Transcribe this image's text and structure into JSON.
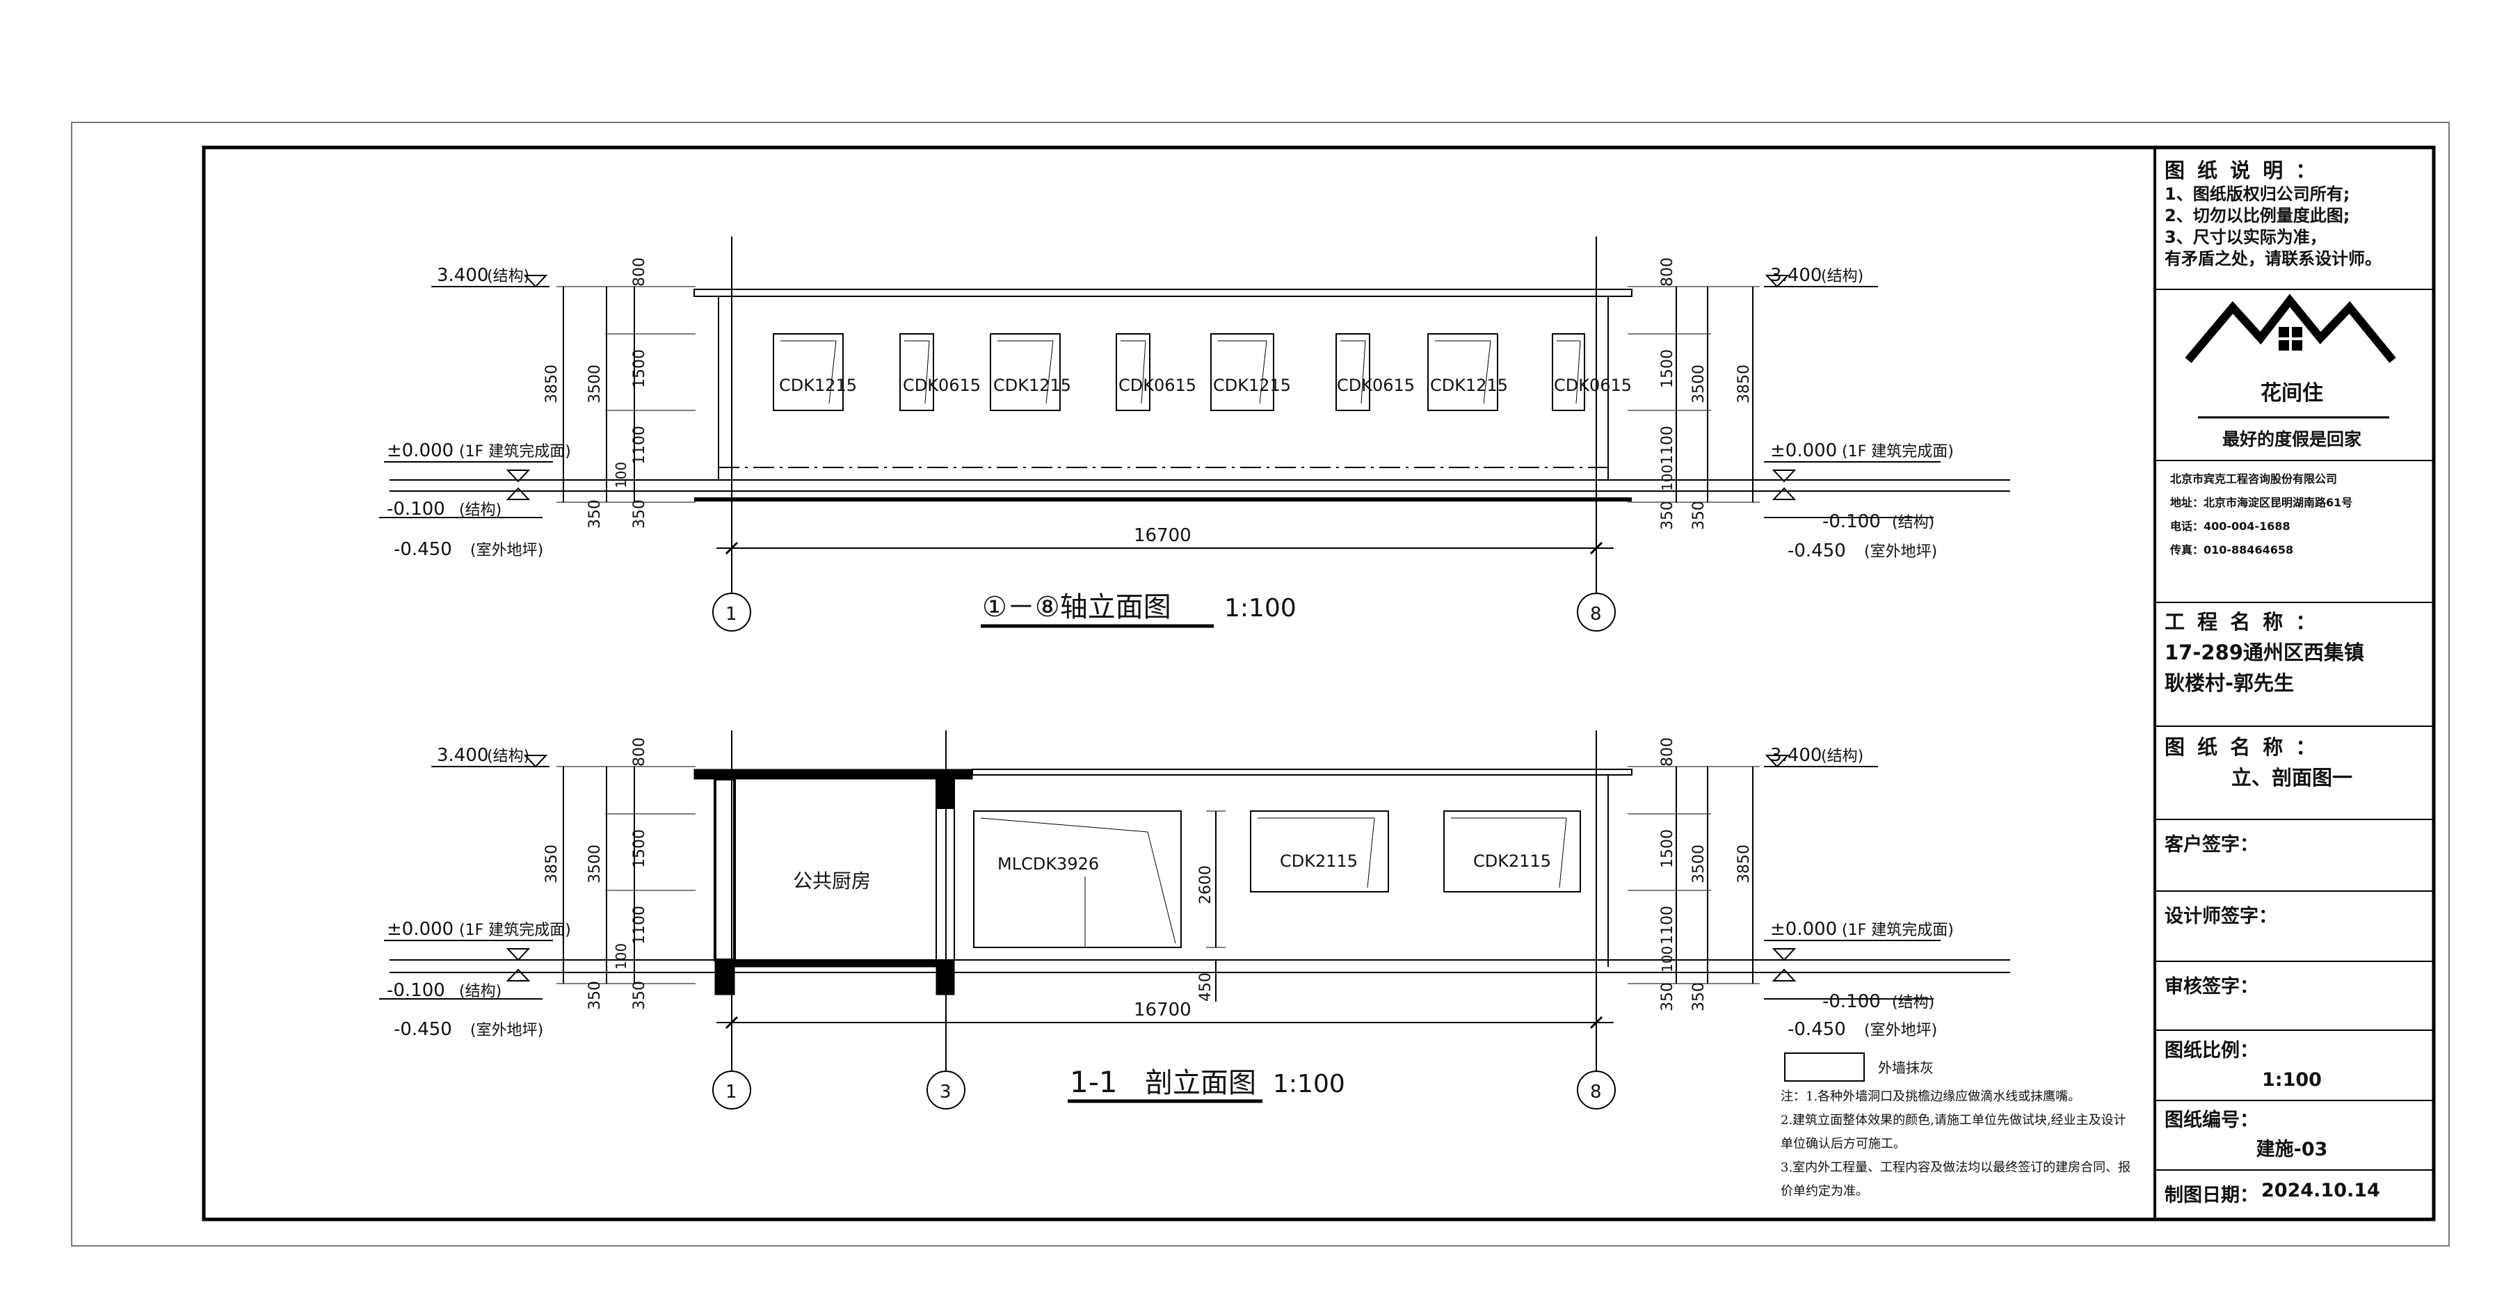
{
  "notes_block": {
    "title": "图 纸 说 明 ：",
    "lines": [
      "1、图纸版权归公司所有;",
      "2、切勿以比例量度此图;",
      "3、尺寸以实际为准，",
      "有矛盾之处，请联系设计师。"
    ]
  },
  "company": {
    "logo_name": "花间住",
    "slogan": "最好的度假是回家",
    "name": "北京市宾克工程咨询股份有限公司",
    "address": "地址：北京市海淀区昆明湖南路61号",
    "phone": "电话：400-004-1688",
    "fax": "传真：010-88464658"
  },
  "project": {
    "label": "工 程 名 称 ：",
    "line1": "17-289通州区西集镇",
    "line2": "耿楼村-郭先生"
  },
  "drawing": {
    "label": "图 纸 名 称 ：",
    "value": "立、剖面图一"
  },
  "signatures": {
    "client": "客户签字：",
    "designer": "设计师签字：",
    "reviewer": "审核签字："
  },
  "scale": {
    "label": "图纸比例：",
    "value": "1:100"
  },
  "number": {
    "label": "图纸编号：",
    "value": "建施-03"
  },
  "date": {
    "label": "制图日期：",
    "value": "2024.10.14"
  },
  "elevation_top": {
    "title_axis": "①－⑧轴立面图",
    "title_scale": "1:100",
    "axis_left": "1",
    "axis_right": "8",
    "windows": [
      "CDK1215",
      "CDK0615",
      "CDK1215",
      "CDK0615",
      "CDK1215",
      "CDK0615",
      "CDK1215",
      "CDK0615"
    ],
    "overall_width": "16700"
  },
  "section": {
    "title_axis": "1-1",
    "title_name": "剖立面图",
    "title_scale": "1:100",
    "axis_left": "1",
    "axis_mid": "3",
    "axis_right": "8",
    "room": "公共厨房",
    "openings": [
      "MLCDK3926",
      "CDK2115",
      "CDK2115"
    ],
    "door_height": "2600",
    "sill": "450",
    "overall_width": "16700"
  },
  "levels": {
    "roof": "3.400",
    "roof_note": "(结构)",
    "floor": "±0.000",
    "floor_note": "(1F 建筑完成面)",
    "struct": "-0.100",
    "struct_note": "(结构)",
    "ground": "-0.450",
    "ground_note": "(室外地坪)"
  },
  "dims": {
    "d800": "800",
    "d1500": "1500",
    "d1100": "1100",
    "d100": "100",
    "d350": "350",
    "d3500": "3500",
    "d3850": "3850"
  },
  "legend": {
    "swatch_label": "外墙抹灰",
    "notes": [
      "注：1.各种外墙洞口及挑檐边缘应做滴水线或抹鹰嘴。",
      "2.建筑立面整体效果的颜色,请施工单位先做试块,经业主及设计",
      "单位确认后方可施工。",
      "3.室内外工程量、工程内容及做法均以最终签订的建房合同、报",
      "价单约定为准。"
    ]
  }
}
